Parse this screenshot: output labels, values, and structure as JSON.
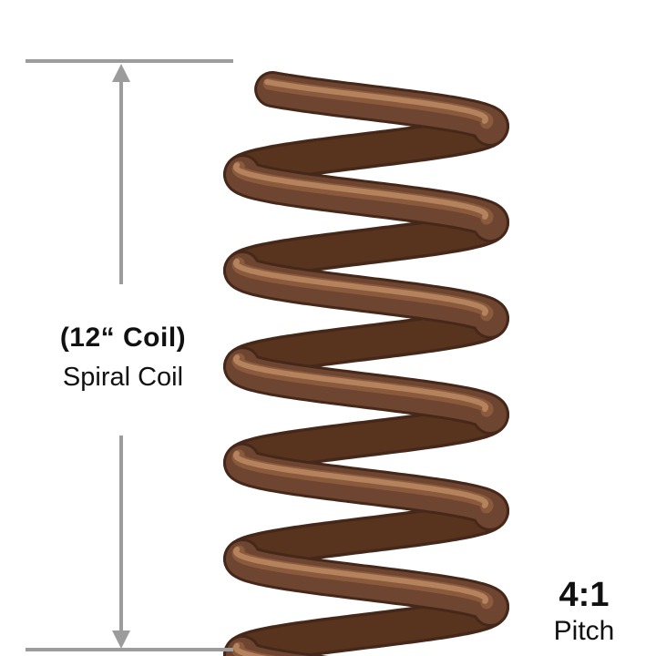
{
  "dimension": {
    "coil_size_label": "(12“ Coil)",
    "coil_type_label": "Spiral Coil"
  },
  "pitch": {
    "ratio": "4:1",
    "label": "Pitch"
  },
  "colors": {
    "dimension_gray": "#9c9c9c",
    "text_dark": "#111111",
    "coil_dark": "#46281a",
    "coil_back": "#58341f",
    "coil_base": "#6d4530",
    "coil_highlight": "#8d5c3e",
    "coil_sheen": "#bb8a61"
  }
}
